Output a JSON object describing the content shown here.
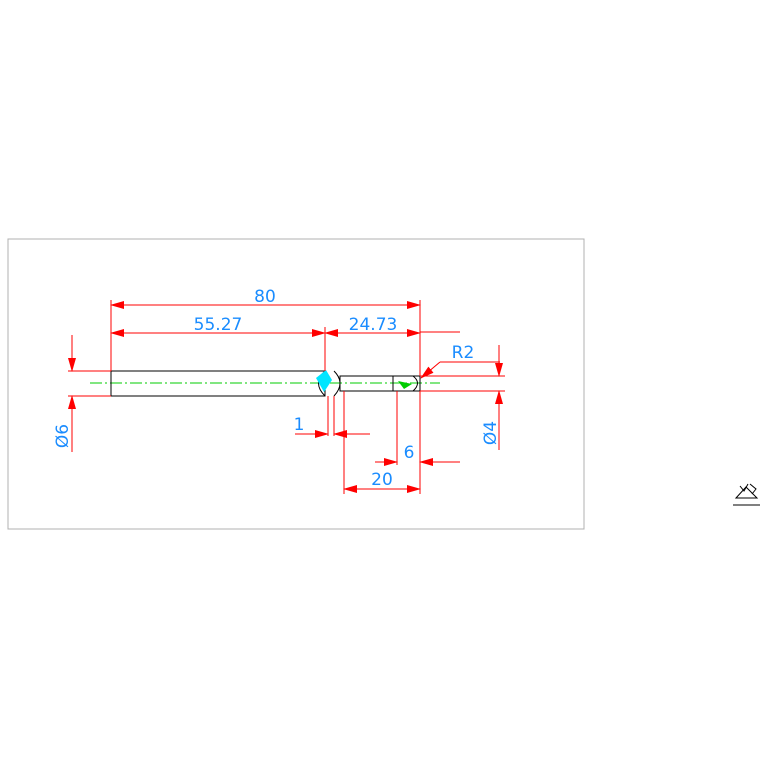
{
  "drawing": {
    "dimensions": {
      "overall_length": "80",
      "large_section_length": "55.27",
      "small_section_length": "24.73",
      "large_diameter": "Ø6",
      "small_diameter": "Ø4",
      "tip_radius": "R2",
      "step": "1",
      "tip_length": "6",
      "small_length": "20"
    }
  },
  "colors": {
    "dimension": "#ff0000",
    "dimension_text": "#1a8cff",
    "centerline": "#00cc00",
    "outline": "#000000",
    "frame": "#b0b0b0",
    "highlight": "#00e5ff"
  },
  "icons": {
    "ucs": "ucs-icon"
  }
}
